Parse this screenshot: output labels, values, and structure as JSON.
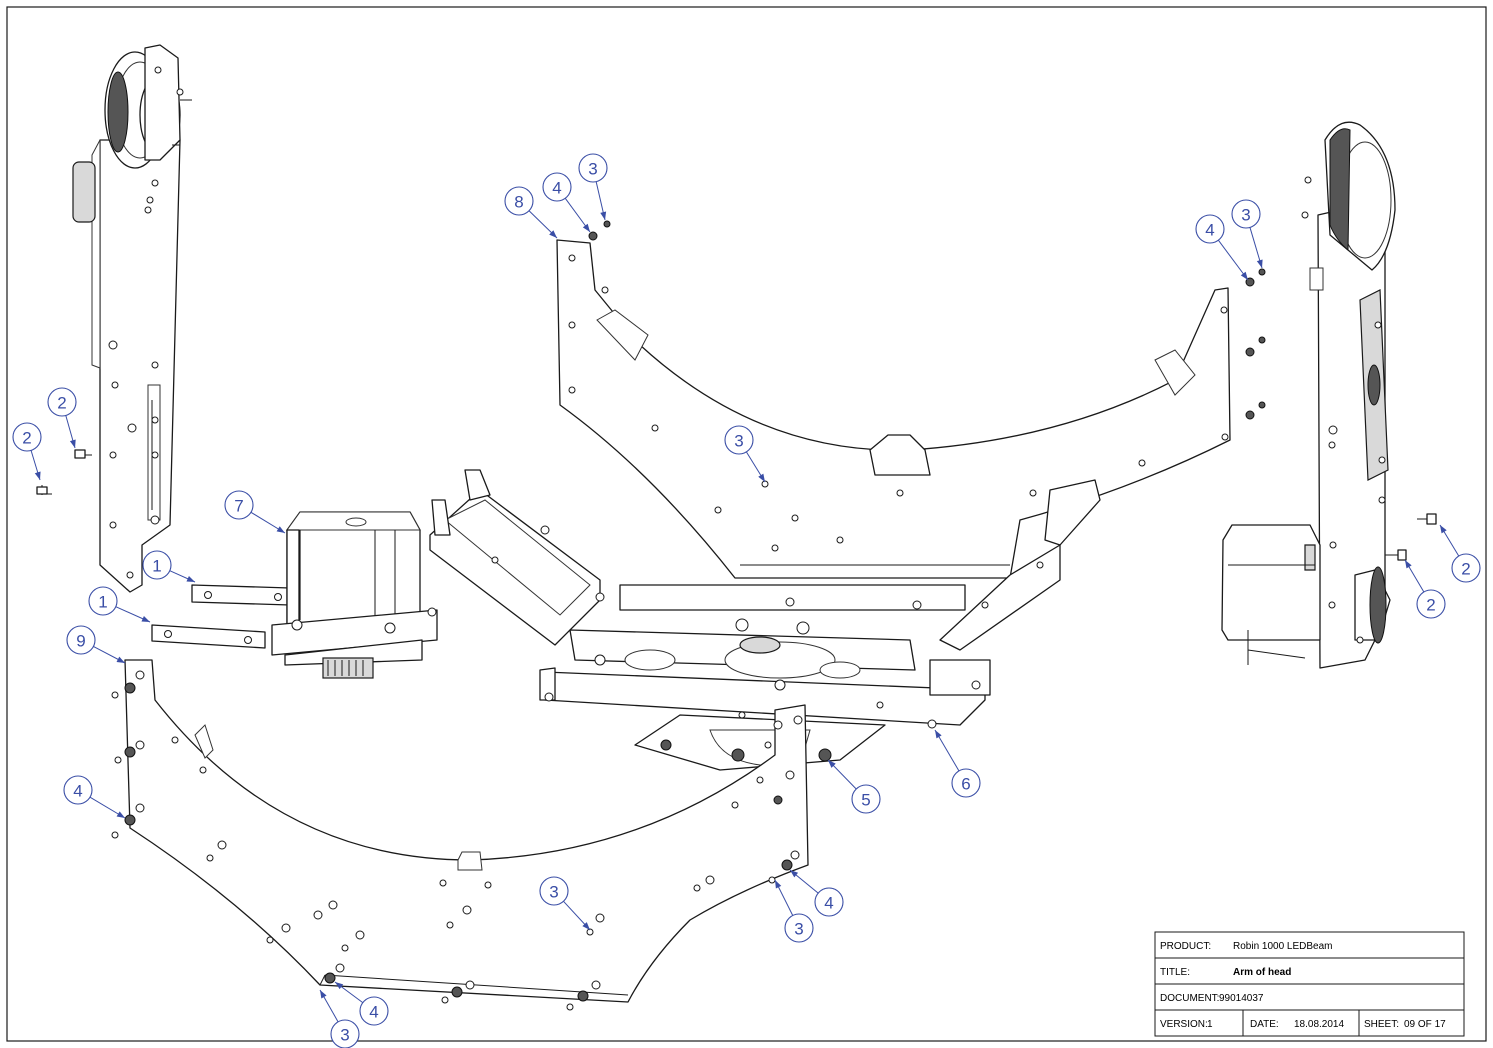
{
  "colors": {
    "callout": "#3a4ea6",
    "line": "#1a1a1a"
  },
  "callouts": [
    {
      "id": "c2a",
      "label": "2"
    },
    {
      "id": "c2b",
      "label": "2"
    },
    {
      "id": "c1a",
      "label": "1"
    },
    {
      "id": "c1b",
      "label": "1"
    },
    {
      "id": "c7",
      "label": "7"
    },
    {
      "id": "c9",
      "label": "9"
    },
    {
      "id": "c4a",
      "label": "4"
    },
    {
      "id": "c8",
      "label": "8"
    },
    {
      "id": "c4b",
      "label": "4"
    },
    {
      "id": "c3a",
      "label": "3"
    },
    {
      "id": "c3b",
      "label": "3"
    },
    {
      "id": "c4c",
      "label": "4"
    },
    {
      "id": "c3c",
      "label": "3"
    },
    {
      "id": "c5",
      "label": "5"
    },
    {
      "id": "c6",
      "label": "6"
    },
    {
      "id": "c3d",
      "label": "3"
    },
    {
      "id": "c4d",
      "label": "4"
    },
    {
      "id": "c3e",
      "label": "3"
    },
    {
      "id": "c4e",
      "label": "4"
    },
    {
      "id": "c3f",
      "label": "3"
    },
    {
      "id": "c2c",
      "label": "2"
    },
    {
      "id": "c2d",
      "label": "2"
    }
  ],
  "title_block": {
    "product_label": "PRODUCT:",
    "product_value": "Robin 1000 LEDBeam",
    "title_label": "TITLE:",
    "title_value": "Arm of head",
    "document_label": "DOCUMENT:",
    "document_value": "99014037",
    "version_label": "VERSION:",
    "version_value": "1",
    "date_label": "DATE:",
    "date_value": "18.08.2014",
    "sheet_label": "SHEET:",
    "sheet_value": "09 OF 17"
  }
}
